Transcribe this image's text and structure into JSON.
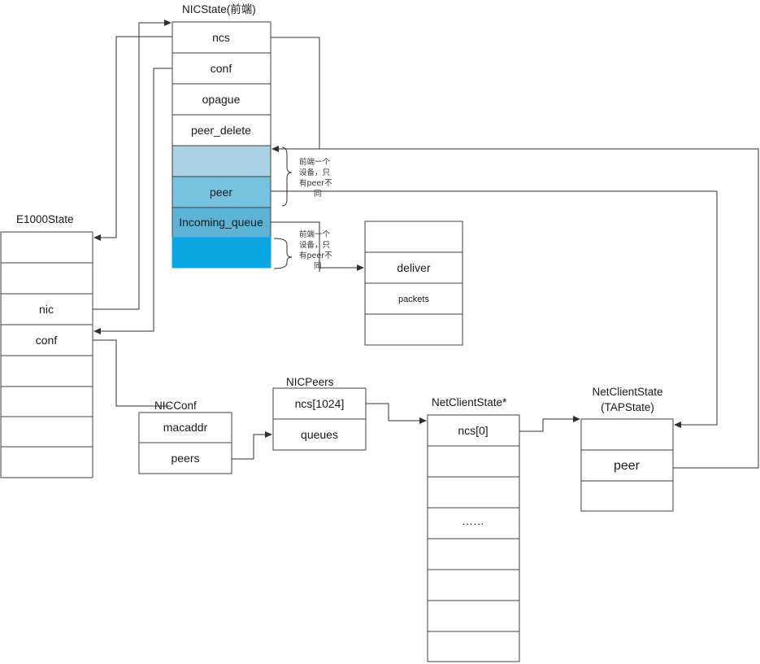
{
  "colors": {
    "line": "#303030",
    "cell_border": "#404040",
    "cell_light_blue": "#a9d1e3",
    "cell_mid_blue": "#76c3df",
    "cell_teal": "#5bb3d6",
    "cell_bright_blue": "#0aa5e3"
  },
  "nicstate": {
    "title": "NICState(前端)",
    "cells": [
      "ncs",
      "conf",
      "opague",
      "peer_delete",
      "",
      "peer",
      "Incoming_queue",
      ""
    ]
  },
  "e1000state": {
    "title": "E1000State",
    "cells": [
      "",
      "",
      "nic",
      "conf",
      "",
      "",
      "",
      ""
    ]
  },
  "queue_box": {
    "cells": [
      "",
      "deliver",
      "packets",
      ""
    ]
  },
  "nicconf": {
    "title": "NICConf",
    "cells": [
      "macaddr",
      "peers"
    ]
  },
  "nicpeers": {
    "title": "NICPeers",
    "cells": [
      "ncs[1024]",
      "queues"
    ]
  },
  "netclientstate_ptr": {
    "title": "NetClientState*",
    "cells": [
      "ncs[0]",
      "",
      "",
      "……",
      "",
      "",
      "",
      ""
    ]
  },
  "netclientstate_tap": {
    "title_line1": "NetClientState",
    "title_line2": "(TAPState)",
    "cells": [
      "",
      "peer",
      ""
    ]
  },
  "notes": {
    "note1_lines": [
      "前端一个",
      "设备，只",
      "有peer不",
      "同"
    ],
    "note2_lines": [
      "前端一个",
      "设备，只",
      "有peer不",
      "同"
    ]
  }
}
